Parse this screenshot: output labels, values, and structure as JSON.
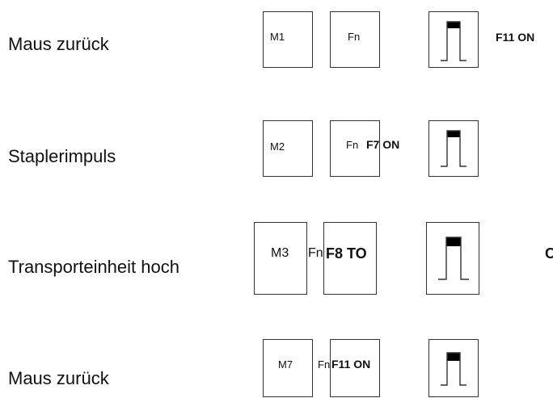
{
  "rows": [
    {
      "label": "Maus zurück",
      "key1": "M1",
      "key2": "Fn",
      "overlay": "",
      "side": "F11 ON"
    },
    {
      "label": "Staplerimpuls",
      "key1": "M2",
      "key2": "Fn",
      "overlay": "F7 ON",
      "side": ""
    },
    {
      "label": "Transporteinheit hoch",
      "key1": "M3",
      "key2": "Fn",
      "overlay": "F8 TO",
      "side": "C"
    },
    {
      "label": "Maus zurück",
      "key1": "M7",
      "key2": "Fn",
      "overlay": "F11 ON",
      "side": ""
    }
  ],
  "colors": {
    "stroke": "#333333",
    "text": "#111111",
    "pulse_fill": "#000000"
  },
  "icons": {
    "pulse": "pulse-signal-icon"
  }
}
